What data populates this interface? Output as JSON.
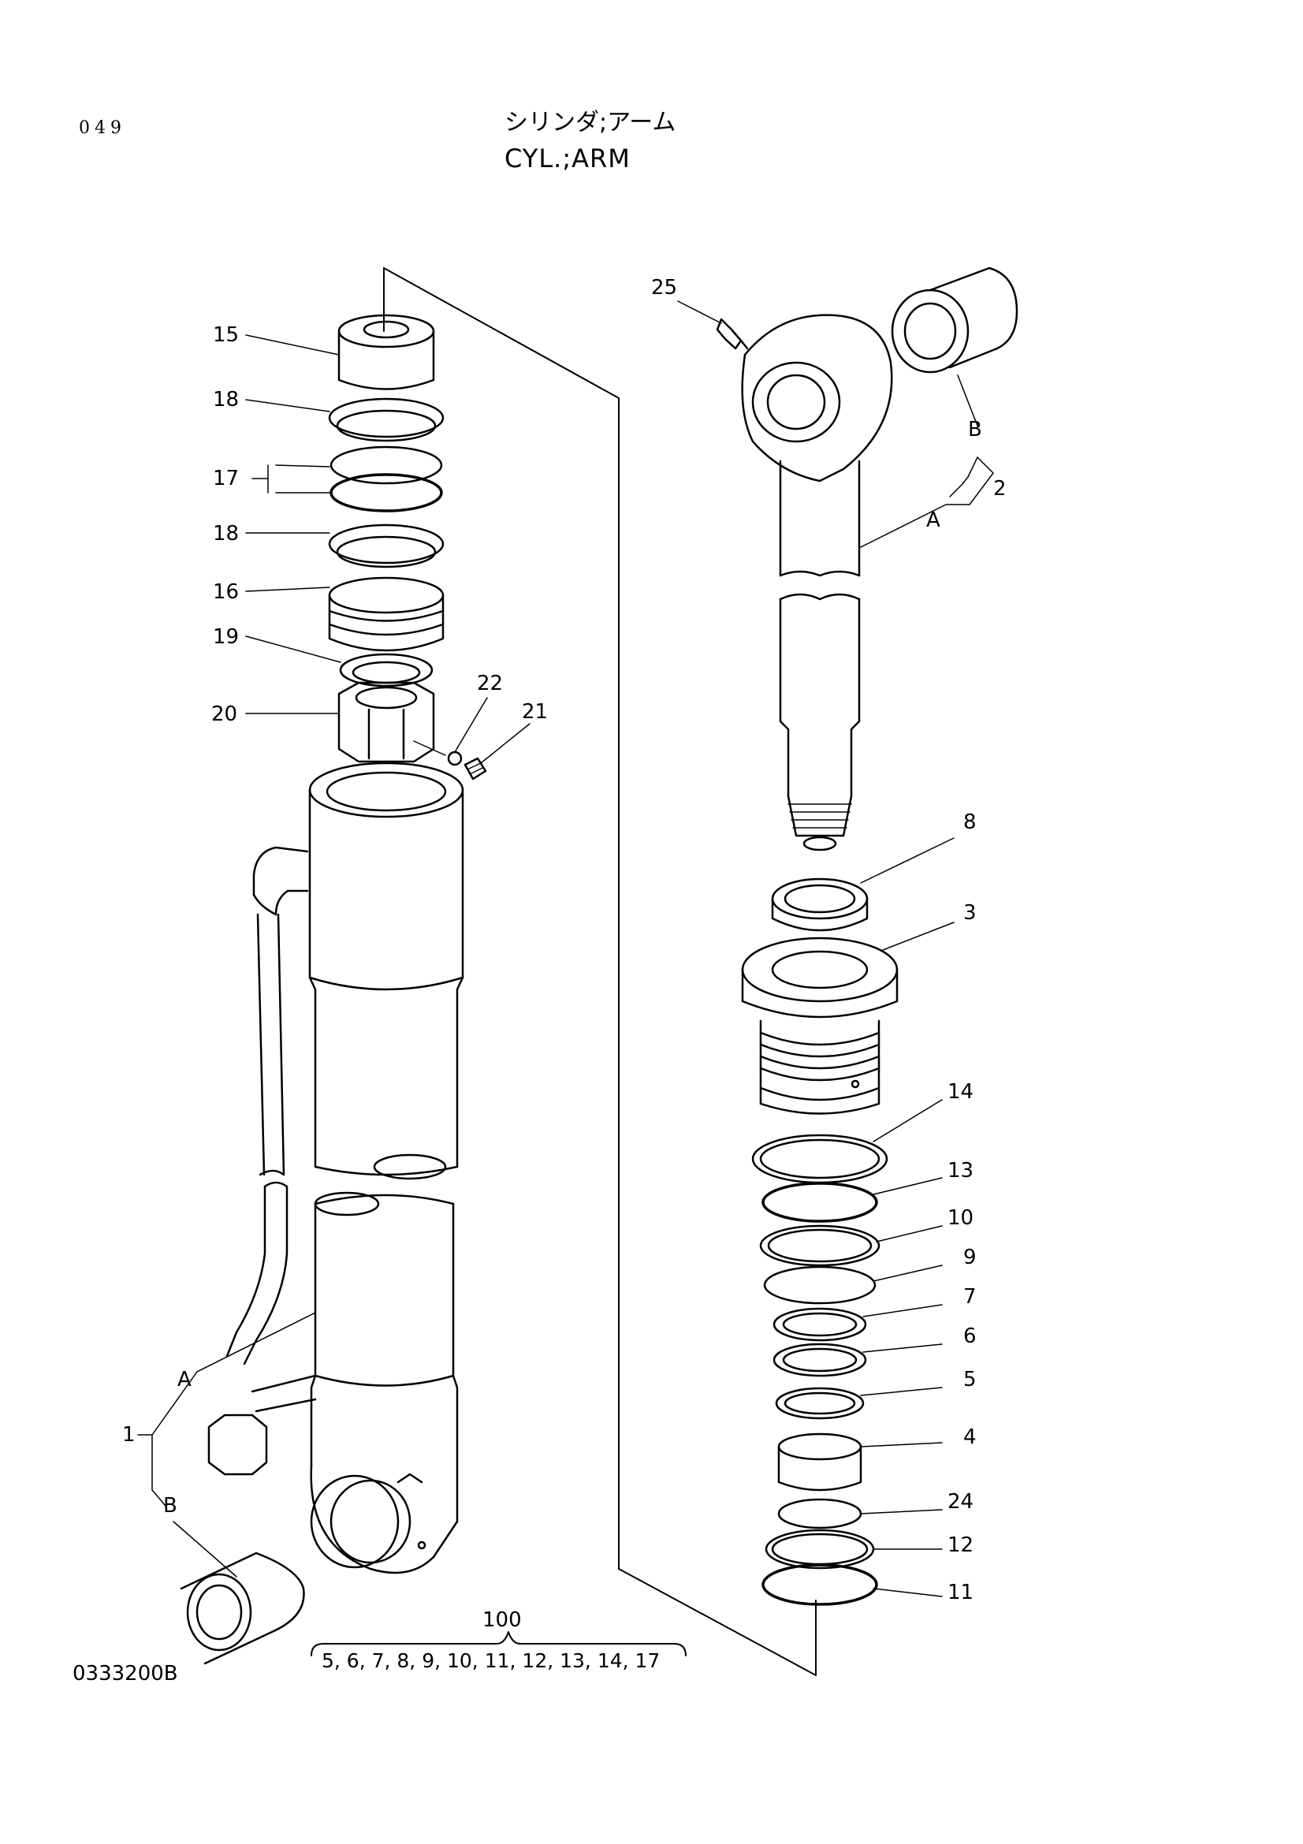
{
  "header": {
    "page_number": "049",
    "title_jp": "シリンダ;アーム",
    "title_en": "CYL.;ARM"
  },
  "drawing_number": "0333200B",
  "callouts": {
    "c15": "15",
    "c18a": "18",
    "c17": "17",
    "c18b": "18",
    "c16": "16",
    "c19": "19",
    "c20": "20",
    "c22": "22",
    "c21": "21",
    "c1": "1",
    "c1A": "A",
    "c1B": "B",
    "c25": "25",
    "c2": "2",
    "c2A": "A",
    "c2B": "B",
    "c8": "8",
    "c3": "3",
    "c14": "14",
    "c13": "13",
    "c10": "10",
    "c9": "9",
    "c7": "7",
    "c6": "6",
    "c5": "5",
    "c4": "4",
    "c24": "24",
    "c12": "12",
    "c11": "11"
  },
  "kit": {
    "number": "100",
    "contents": "5, 6, 7, 8, 9, 10, 11, 12, 13, 14, 17"
  }
}
